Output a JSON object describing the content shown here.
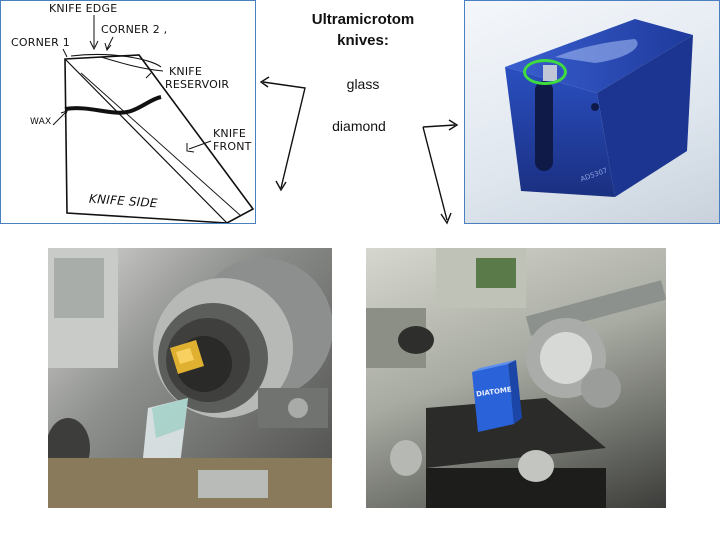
{
  "title": {
    "line1": "Ultramicrotom",
    "line2": "knives:"
  },
  "types": {
    "glass": "glass",
    "diamond": "diamond"
  },
  "sketch": {
    "knife_edge": "KNIFE EDGE",
    "corner1": "CORNER 1",
    "corner2": "CORNER 2 ,",
    "knife_reservoir_1": "KNIFE",
    "knife_reservoir_2": "RESERVOIR",
    "wax": "WAX",
    "knife_front_1": "KNIFE",
    "knife_front_2": "FRONT",
    "knife_side": "KNIFE SIDE"
  },
  "photo_labels": {
    "diatome": "DIATOME",
    "diamond_block": "AD5307"
  },
  "colors": {
    "diamond_knife_blue": "#2a4fc0",
    "highlight_green": "#3fdc3f",
    "panel_border": "#4a7fc0"
  }
}
